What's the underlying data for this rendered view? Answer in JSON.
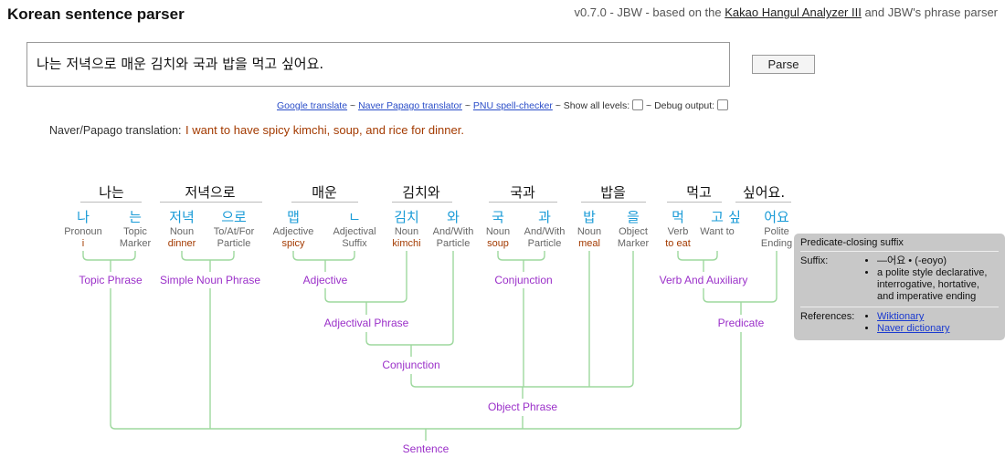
{
  "header": {
    "title": "Korean sentence parser",
    "version_prefix": "v0.7.0 - JBW - based on the",
    "analyzer_link": "Kakao Hangul Analyzer III",
    "version_suffix": "and JBW's phrase parser"
  },
  "input": {
    "sentence": "나는 저녁으로 매운 김치와 국과 밥을 먹고 싶어요.",
    "parse_label": "Parse"
  },
  "links": {
    "google": "Google translate",
    "sep1": "~",
    "papago": "Naver Papago translator",
    "sep2": "~",
    "spell": "PNU spell-checker",
    "show_levels": "~ Show all levels:",
    "debug": "~ Debug output:"
  },
  "translation": {
    "label": "Naver/Papago translation:",
    "text": "I want to have spicy kimchi, soup, and rice for dinner."
  },
  "words": [
    "나는",
    "저녁으로",
    "매운",
    "김치와",
    "국과",
    "밥을",
    "먹고",
    "싶어요."
  ],
  "morphemes": [
    {
      "text": "나",
      "pos": [
        "Pronoun"
      ],
      "gloss": "i"
    },
    {
      "text": "는",
      "pos": [
        "Topic",
        "Marker"
      ],
      "gloss": ""
    },
    {
      "text": "저녁",
      "pos": [
        "Noun"
      ],
      "gloss": "dinner"
    },
    {
      "text": "으로",
      "pos": [
        "To/At/For",
        "Particle"
      ],
      "gloss": ""
    },
    {
      "text": "맵",
      "pos": [
        "Adjective"
      ],
      "gloss": "spicy"
    },
    {
      "text": "ㄴ",
      "pos": [
        "Adjectival",
        "Suffix"
      ],
      "gloss": ""
    },
    {
      "text": "김치",
      "pos": [
        "Noun"
      ],
      "gloss": "kimchi"
    },
    {
      "text": "와",
      "pos": [
        "And/With",
        "Particle"
      ],
      "gloss": ""
    },
    {
      "text": "국",
      "pos": [
        "Noun"
      ],
      "gloss": "soup"
    },
    {
      "text": "과",
      "pos": [
        "And/With",
        "Particle"
      ],
      "gloss": ""
    },
    {
      "text": "밥",
      "pos": [
        "Noun"
      ],
      "gloss": "meal"
    },
    {
      "text": "을",
      "pos": [
        "Object",
        "Marker"
      ],
      "gloss": ""
    },
    {
      "text": "먹",
      "pos": [
        "Verb"
      ],
      "gloss": "to eat"
    },
    {
      "text": "고",
      "pos": [
        "Want to"
      ],
      "gloss": ""
    },
    {
      "text": "싶",
      "pos": [],
      "gloss": ""
    },
    {
      "text": "어요",
      "pos": [
        "Polite",
        "Ending"
      ],
      "gloss": ""
    }
  ],
  "phrases": [
    "Topic Phrase",
    "Simple Noun Phrase",
    "Adjective",
    "Conjunction",
    "Verb And Auxiliary",
    "Adjectival Phrase",
    "Predicate",
    "Conjunction",
    "Object Phrase",
    "Sentence"
  ],
  "tooltip": {
    "title": "Predicate-closing suffix",
    "suffix_label": "Suffix:",
    "suffix_items": [
      "—어요 • (-eoyo)",
      "a polite style declarative, interrogative, hortative, and imperative ending"
    ],
    "references_label": "References:",
    "references": [
      "Wiktionary",
      "Naver dictionary"
    ]
  },
  "colors": {
    "morpheme": "#1a9bd7",
    "gloss": "#a33a00",
    "phrase": "#9b30c9",
    "tree_line": "#9ed89e",
    "link": "#2a4dc8"
  }
}
